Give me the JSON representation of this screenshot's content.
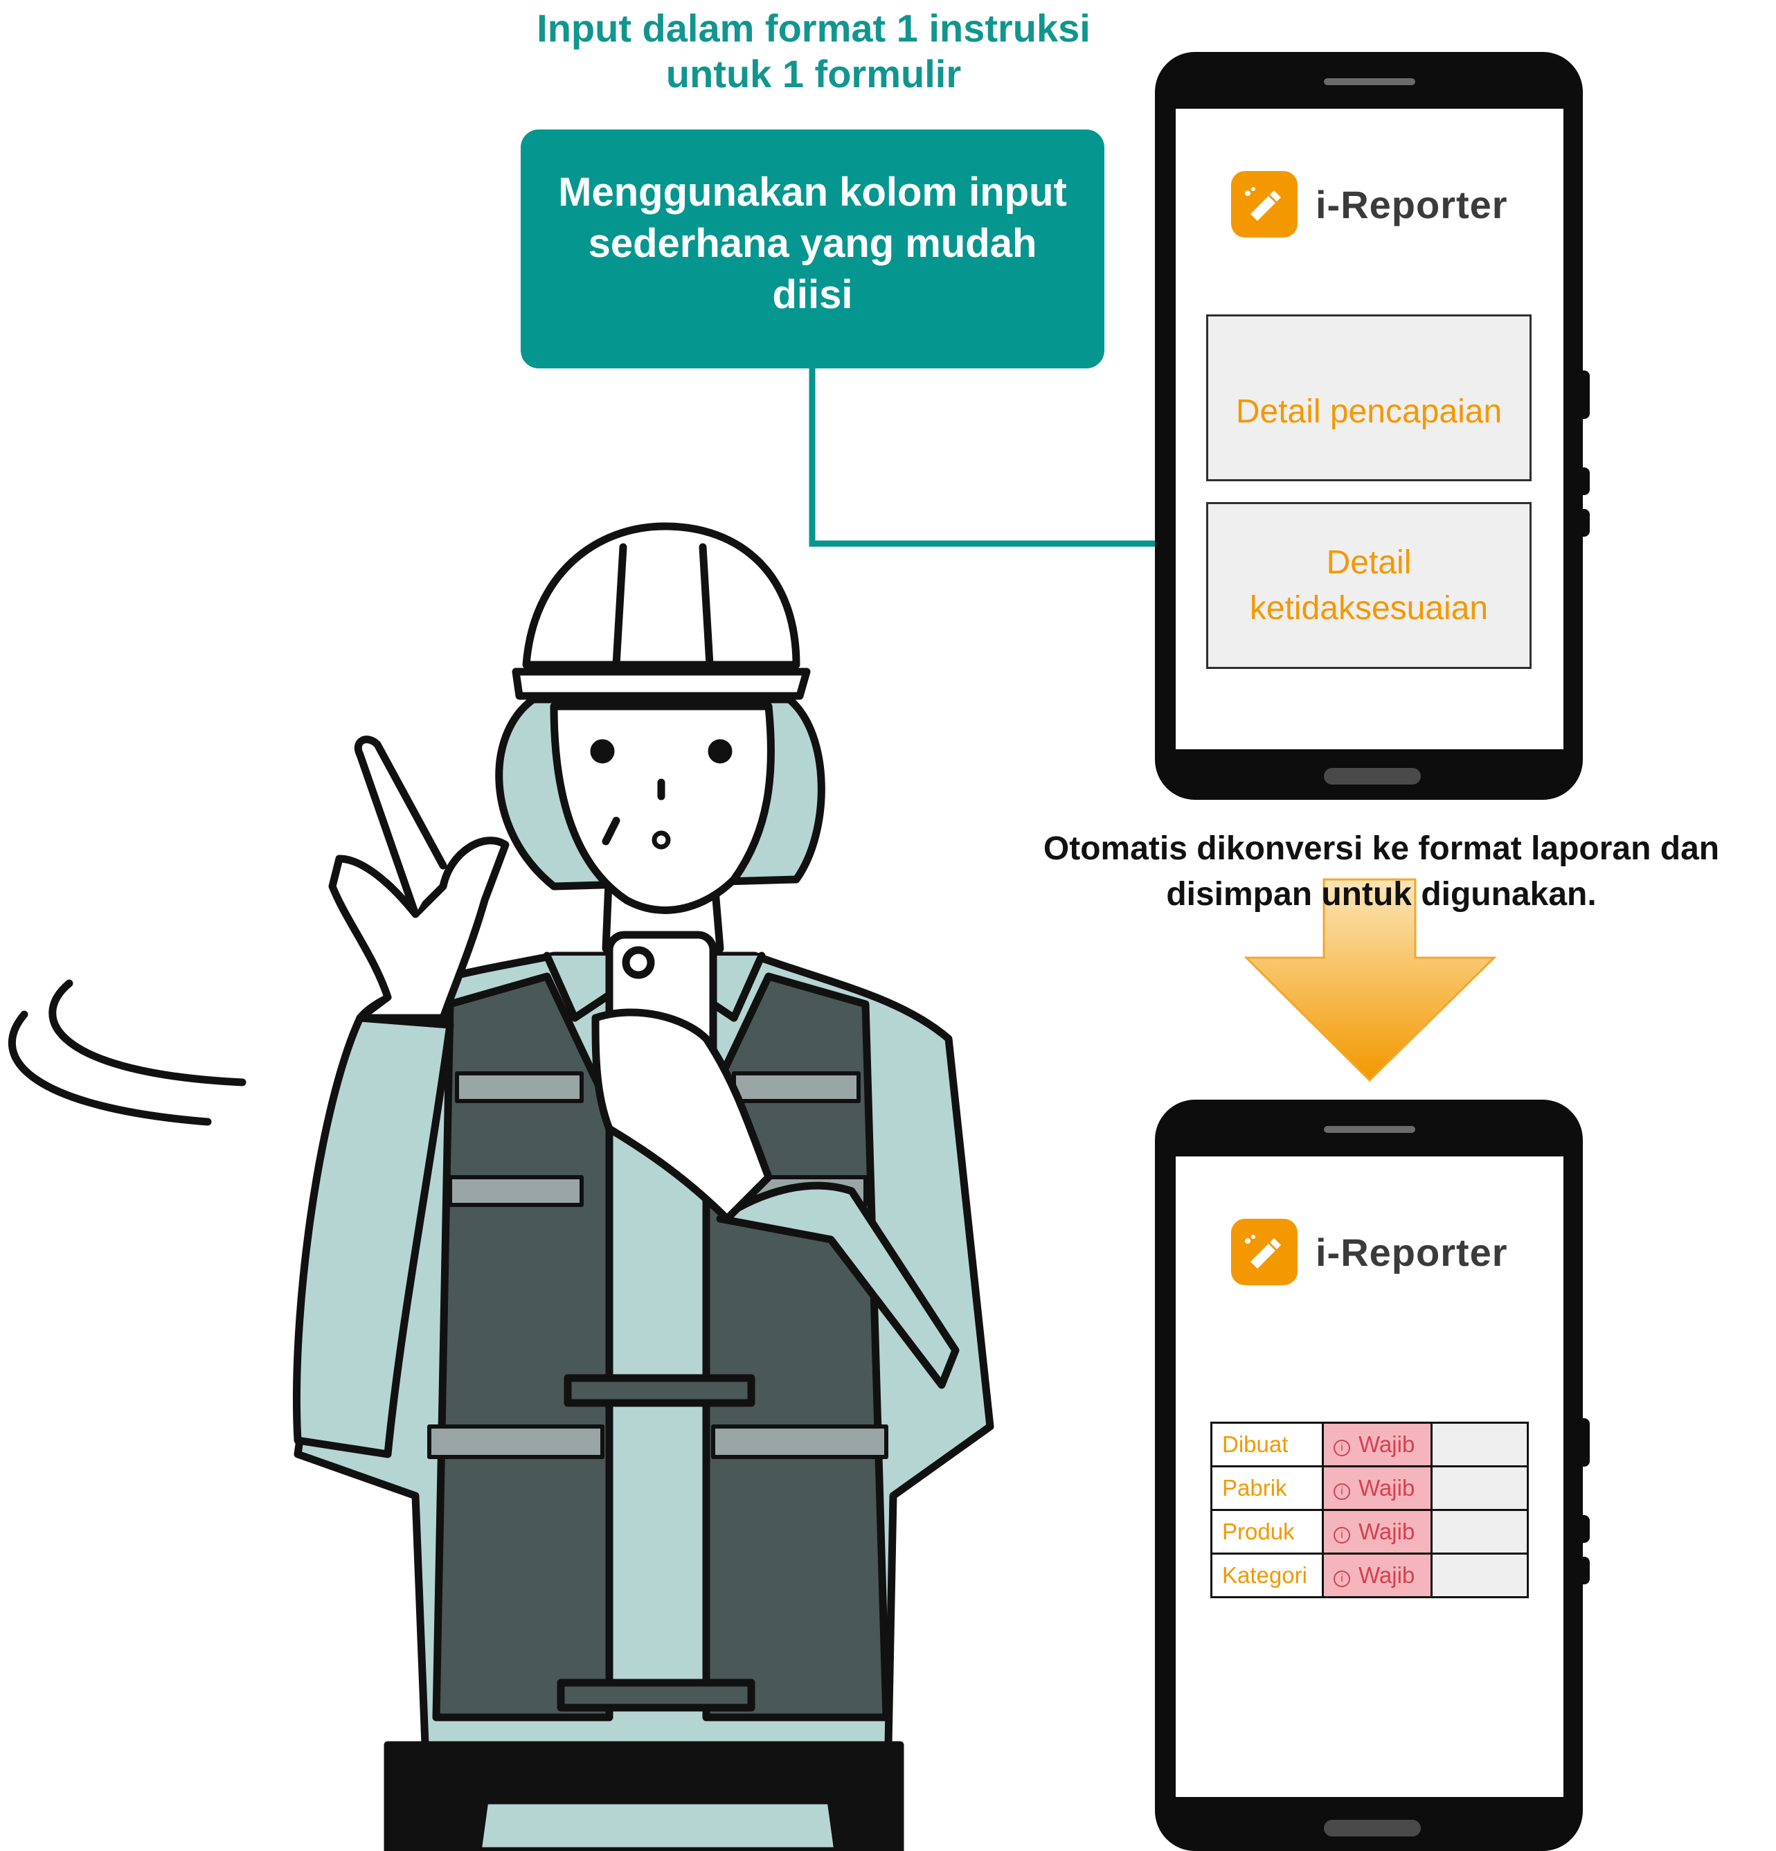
{
  "heading": "Input dalam format 1 instruksi untuk 1 formulir",
  "callout": "Menggunakan kolom input sederhana yang mudah diisi",
  "caption": "Otomatis dikonversi ke format laporan dan disimpan untuk digunakan.",
  "app_name": "i-Reporter",
  "phone_top": {
    "fields": [
      "Detail pencapaian",
      "Detail ketidaksesuaian"
    ]
  },
  "phone_bottom": {
    "rows": [
      {
        "label": "Dibuat",
        "status": "Wajib"
      },
      {
        "label": "Pabrik",
        "status": "Wajib"
      },
      {
        "label": "Produk",
        "status": "Wajib"
      },
      {
        "label": "Kategori",
        "status": "Wajib"
      }
    ]
  },
  "colors": {
    "teal": "#05968f",
    "orange": "#f39800",
    "required_bg": "#f4b6bc",
    "required_text": "#d64052",
    "shirt": "#b5d5d3",
    "vest": "#4b5858"
  },
  "icons": [
    "i-reporter-logo-icon",
    "info-icon",
    "down-arrow-icon"
  ]
}
